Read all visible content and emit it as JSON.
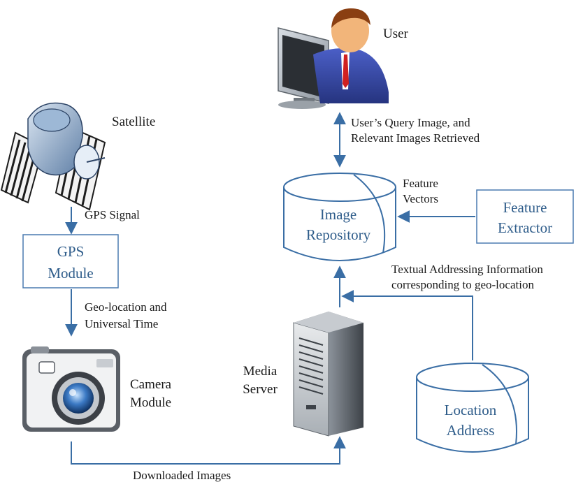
{
  "nodes": {
    "user": {
      "label": "User"
    },
    "satellite": {
      "label": "Satellite"
    },
    "gps_module": {
      "line1": "GPS",
      "line2": "Module"
    },
    "camera": {
      "line1": "Camera",
      "line2": "Module"
    },
    "media_server": {
      "line1": "Media",
      "line2": "Server"
    },
    "image_repository": {
      "line1": "Image",
      "line2": "Repository"
    },
    "feature_extractor": {
      "line1": "Feature",
      "line2": "Extractor"
    },
    "location_address": {
      "line1": "Location",
      "line2": "Address"
    }
  },
  "edges": {
    "gps_signal": "GPS Signal",
    "geo_time": {
      "line1": "Geo-location and",
      "line2": "Universal Time"
    },
    "downloaded": "Downloaded Images",
    "query": {
      "line1": "User’s Query Image, and",
      "line2": "Relevant Images Retrieved"
    },
    "feature_vectors": {
      "line1": "Feature",
      "line2": "Vectors"
    },
    "textual": {
      "line1": "Textual Addressing Information",
      "line2": "corresponding to geo-location"
    }
  },
  "colors": {
    "arrow": "#3a6ea5",
    "box_border": "#4a7ab0",
    "box_text": "#2e5c8a"
  },
  "icons": [
    "user-at-computer-icon",
    "satellite-icon",
    "camera-icon",
    "server-tower-icon",
    "database-cylinder-icon"
  ]
}
